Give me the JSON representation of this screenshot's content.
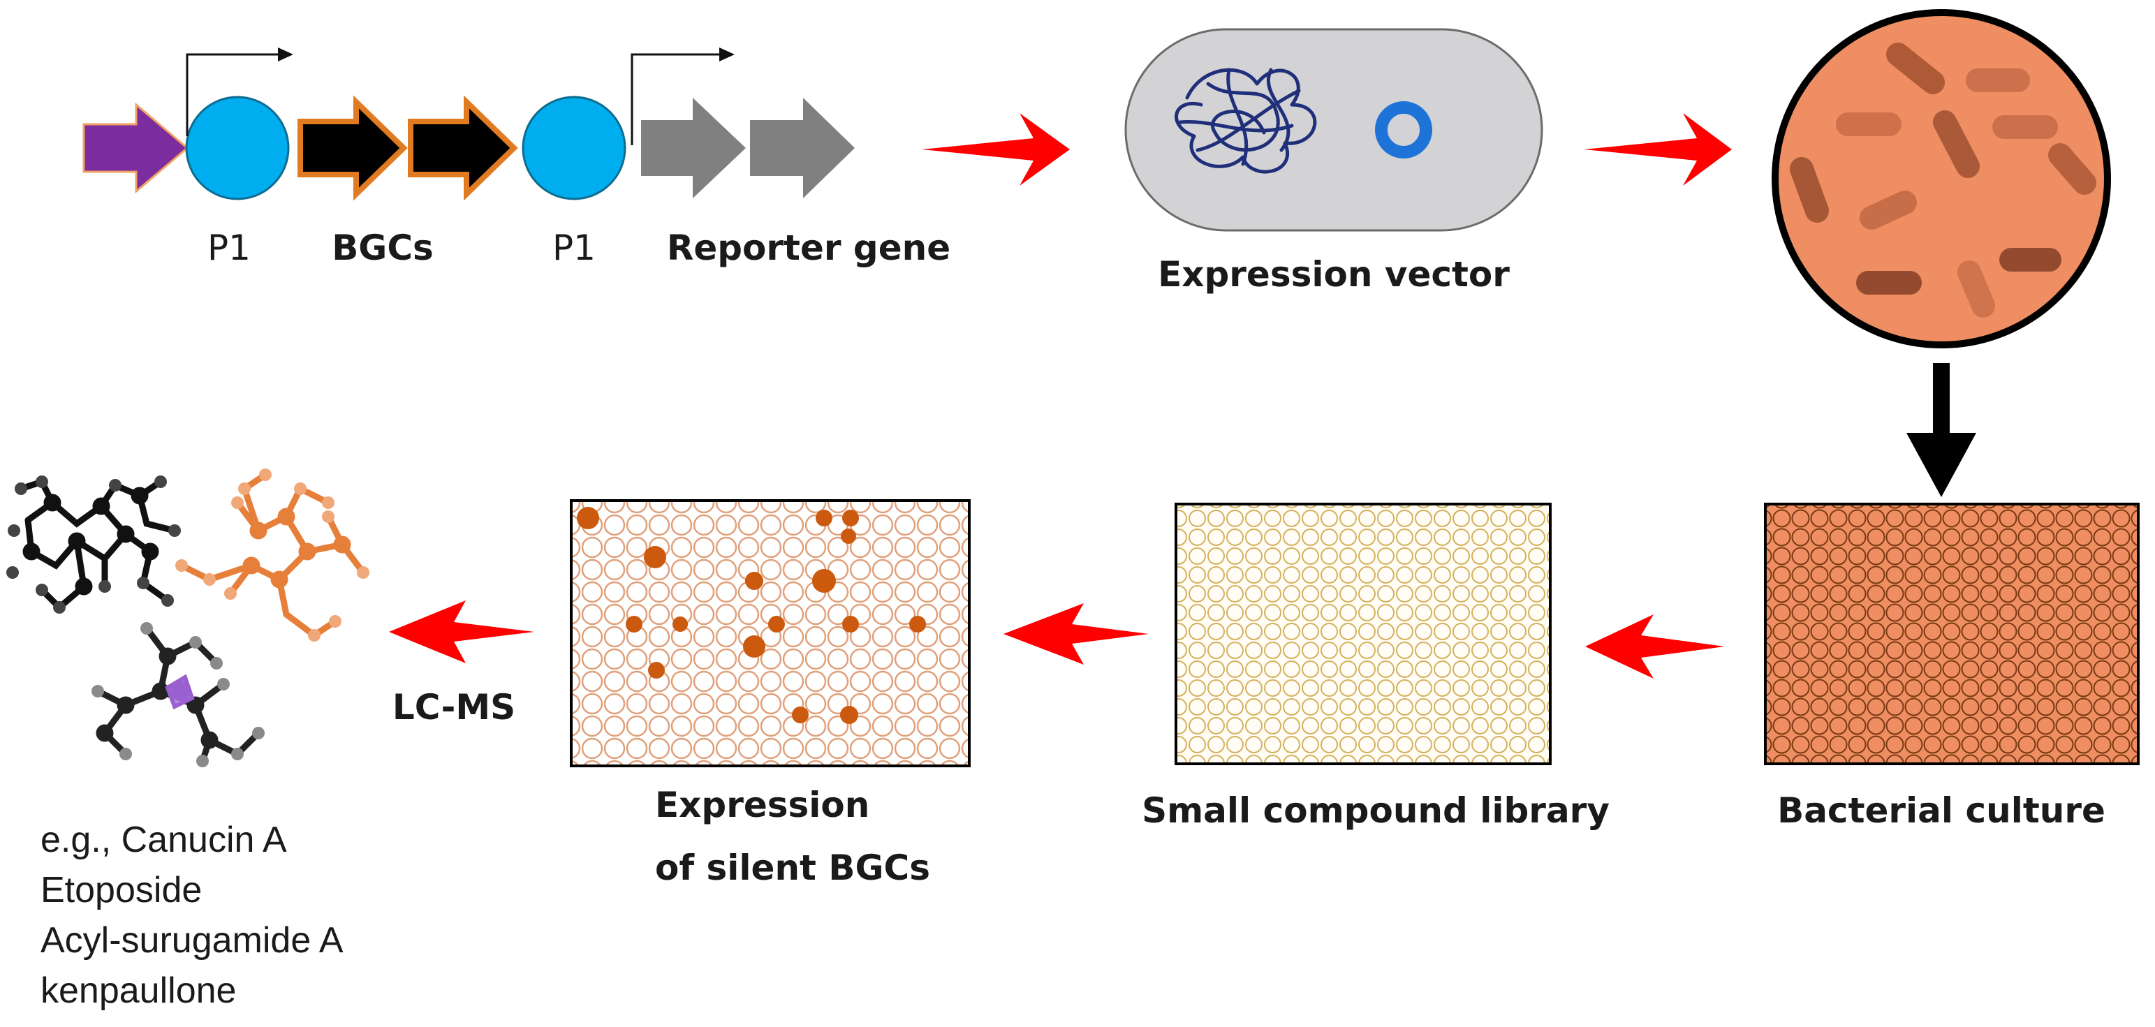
{
  "labels": {
    "promoter_1": "P1",
    "bgcs": "BGCs",
    "promoter_2": "P1",
    "reporter_gene": "Reporter gene",
    "expression_vector": "Expression vector",
    "bacterial_culture": "Bacterial culture",
    "small_compound_library": "Small compound library",
    "expression_line1": "Expression",
    "expression_line2": "of silent BGCs",
    "lcms": "LC-MS"
  },
  "examples": [
    "e.g., Canucin A",
    "Etoposide",
    "Acyl-surugamide A",
    "kenpaullone"
  ],
  "colors": {
    "purple_gene": "#7b2d9f",
    "promoter_blue": "#00aeef",
    "bgc_fill": "#000000",
    "bgc_outline": "#e07b22",
    "reporter_gray": "#808080",
    "flow_arrow_red": "#ff0000",
    "vector_cell": "#d3d3d6",
    "chromosome_blue": "#1f2f7a",
    "plasmid_blue": "#1e73d8",
    "culture_orange": "#ee8e62",
    "library_well": "#d4b15c",
    "expression_well": "#e0a07a",
    "expression_hit": "#cc5a0e",
    "molecule_black": "#111111",
    "molecule_orange": "#e67f3a",
    "molecule_purple": "#9a5fd0"
  }
}
